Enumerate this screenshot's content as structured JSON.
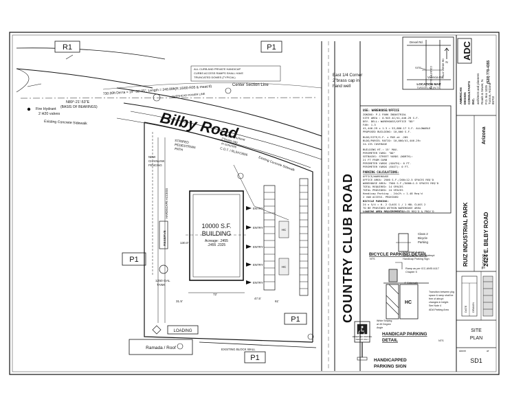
{
  "zones": {
    "r1": "R1",
    "p1_top": "P1",
    "p1_left": "P1",
    "p1_right": "P1",
    "p1_bottom": "P1"
  },
  "roads": {
    "bilby": "Bilby Road",
    "country_club": "COUNTRY CLUB ROAD"
  },
  "labels": {
    "section_line": "Center Section Line",
    "corner_1": "East 1/4 Corner",
    "corner_2": "2\"brass cap in",
    "corner_3": "hand well",
    "bearing_1": "N89°-21'-53\"E",
    "bearing_2": "(BASIS OF BEARINGS)",
    "curve": "730.00ft Del ta = 19°-32'-05\", Length = 248.89ft(R.16/80-R05 & meas'd)",
    "hydrant_1": "Fire Hydrant",
    "hydrant_2": "2 H20 valves",
    "sidewalk": "Existing Concrete Sidewalk",
    "survey_1": "Survey Monument",
    "survey_2": "2\"brass cap",
    "survey_3": "in concrete",
    "survey_4": "C.O.T. / RLS#23656",
    "sidewalk_right": "Existing Concrete Sidewalk",
    "handicap_note_1": "ALL CURB AND PRIVATE HANDICAP",
    "handicap_note_2": "CURBS ACCESS RAMPS SHALL HAVE",
    "handicap_note_3": "TRUNCATED DOMES (TYPICAL)",
    "overhead": "OVERHEAD POWER LINE",
    "ramada": "Ramada / Roof",
    "loading": "LOADING",
    "block_wall": "EXISTING BLOCK WALL",
    "striped_1": "STRIPED",
    "striped_2": "PEDESTRIAN",
    "striped_3": "PATH",
    "new_fence_1": "NEW",
    "new_fence_2": "CHAINLINK",
    "new_fence_3": "FENCING",
    "reserve": "RESERVE",
    "tank_1": "1250 GAL",
    "tank_2": "TANK",
    "access": "HARDSCAPE ACCESS",
    "scale_dim_1": "72'",
    "scale_dim_2": "47.5'",
    "scale_dim_3": "31.5'",
    "scale_dim_4": "61'",
    "scale_dim_5": "130.0'"
  },
  "building": {
    "area": "10000 S.F.",
    "name": "BUILDING",
    "acreage": "Acreage: .2455",
    "coverage": ".2455    .2325"
  },
  "entries": [
    "ENTRY",
    "ENTRY",
    "ENTRY",
    "ENTRY",
    "ENTRY"
  ],
  "hc": [
    "HC",
    "HC"
  ],
  "notes": {
    "use_title": "USE: WAREHOUSE/OFFICE",
    "use_lines": [
      "ZONING: P-1  PARK INDUSTRIAL",
      "SITE AREA : 0.945 AC/41,446.29 S.F.",
      "DEV. DELL: WAREHOUSE/OFFICE \"DD\"",
      "FAR:      1.3",
      "41,446.29 x 1.3 = 53,880.17 S.F. ALLOWABLE",
      "PROPOSED BUILDING: 10,000 S.F."
    ],
    "coverage_lines": [
      "BLDG/SITE/S.F. x PAR at .285",
      "BLDG/PARCEL RATIO: 10,000/41,446.29=",
      "                 24.13% COVERAGE"
    ],
    "height_lines": [
      "BUILDING HT.: 15' MAX.",
      "PERIMETER YARD: \"DD\"",
      "SETBACKS:  STREET YARDS (NORTH):",
      "                    21 FT FROM CURB",
      "PERIMETER YARDS (SOUTH):  0 FT.",
      "PERIMETER YARDS (EAST):   0 FT."
    ],
    "parking_title": "PARKING CALCULATIONS:",
    "parking_lines": [
      "OFFICE/WAREHOUSE",
      "OFFICE AREA:     2500 S.F./200=12.5  SPACES REQ'D",
      "WAREHOUSE AREA:  7500 S.F./5000=1.5  SPACES REQ'D",
      "                 TOTAL REQUIRED: 14 SPACES",
      "                 TOTAL PROVIDED: 24 SPACES",
      "Handicap Parking - 24x2% = 1.48 Req'd",
      "                 2 VAN ACCESS. PROVIDED"
    ],
    "bicycle_title": "BICYCLE PARKING:",
    "bicycle_lines": [
      "24 x 5/4 = 6. 2 CLASS 1 / 1 HDL CLASS 2",
      "TO BE PROVIDED WITHIN WAREHOUSE AREA"
    ],
    "loading_title": "LOADING AREA REQUIREMENTS:",
    "loading_lines": [
      "1-12x35 REQ'D & PROV'D"
    ]
  },
  "location_map": {
    "title": "LOCATION MAP",
    "subtitle": "TUSCON, AZ.  (N.T.S)",
    "street_1": "Drexel Rd.",
    "street_2": "Valencia Rd.",
    "street_3": "PALO VERDE RD",
    "street_4": "COUNTRY CLUB RD",
    "site": "SITE",
    "n": "N"
  },
  "details": {
    "bicycle_detail": "BICYCLE PARKING DETAIL",
    "bicycle_nts": "NTS",
    "class2_1": "Class 2",
    "class2_2": "Bicycle",
    "class2_3": "Parking",
    "handicap_detail_1": "HANDICAP PARKING",
    "handicap_detail_2": "DETAIL",
    "handicap_nts": "NTS",
    "handicap_sign_1": "HANDICAPPED",
    "handicap_sign_2": "PARKING SIGN",
    "hc": "HC",
    "sidewalk": "4' Sidewalk",
    "ramp_note_1": "1:12 slope & ramp",
    "ramp_note_2": "ramp shall be free of abrupt",
    "ramp_note_3": "Handicap Parking Sign",
    "ramp_note_4": "Ramp as per ICC-ANSI A117",
    "ramp_note_5": "Chapter 5",
    "transition_1": "Transition between pkg",
    "transition_2": "space & ramp shall be",
    "transition_3": "free of abrupt",
    "transition_4": "changes in height.",
    "transition_5": "See Note 4",
    "transition_6": "ADA Parking Area",
    "white_stripe_1": "White Striping",
    "white_stripe_2": "at 45 Degree",
    "white_stripe_3": "Angle",
    "sign_reserved": "RESERVED PARKING",
    "sign_permit": "PERMIT ONLY"
  },
  "title_block": {
    "firm_1": "AMERICAN",
    "firm_2": "DESIGN",
    "firm_3": "CONSULTANTS",
    "firm_4": "INC.",
    "firm_addr_1": "P.O. Box 1025",
    "firm_addr_2": "Tucson, Arizona",
    "firm_addr_3": "85702",
    "firm_phone": "(520) 770-4355",
    "logo": "ADC",
    "firm_tag_1": "architects and planners",
    "firm_tag_2": "Roads & Sewer, N.",
    "project_1": "RUIZ INDUSTRIAL PARK",
    "project_2": "2424 E. BILBY ROAD",
    "city": "Tucson,",
    "state": "Arizona",
    "sheet_title_1": "SITE",
    "sheet_title_2": "PLAN",
    "sheet_label": "sheet",
    "sheet_of": "of",
    "sheet_no": "SD1",
    "date_label": "DATE",
    "drawn_label": "DRAWN"
  }
}
